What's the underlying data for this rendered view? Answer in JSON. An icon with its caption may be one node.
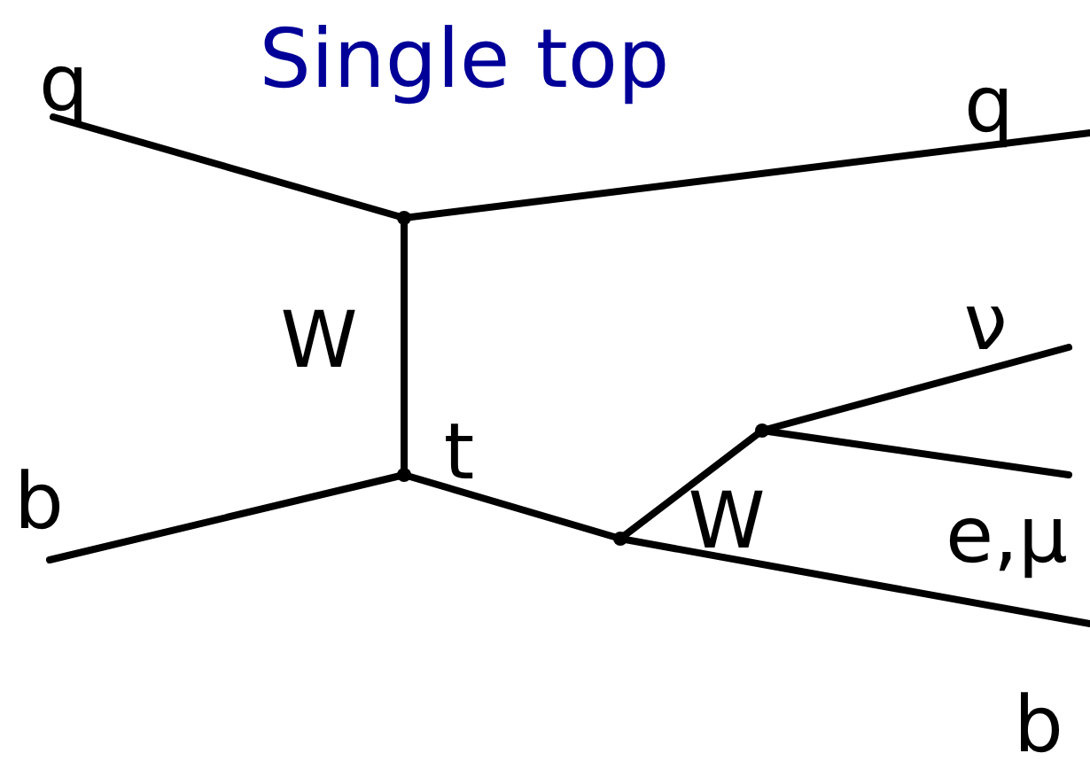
{
  "diagram": {
    "title": "Single top",
    "nodes": [
      {
        "text": [],
        "shape": "point"
      },
      {
        "text": [],
        "shape": "point"
      },
      {
        "text": [],
        "shape": "point"
      },
      {
        "text": [],
        "shape": "point"
      }
    ],
    "edges": [
      {
        "from": null,
        "to": 0,
        "arrow": "none",
        "label": "q"
      },
      {
        "from": 0,
        "to": null,
        "arrow": "none",
        "label": "q"
      },
      {
        "from": 0,
        "to": 1,
        "arrow": "none",
        "label": "W"
      },
      {
        "from": null,
        "to": 1,
        "arrow": "none",
        "label": "b"
      },
      {
        "from": 1,
        "to": 2,
        "arrow": "none",
        "label": "t"
      },
      {
        "from": 2,
        "to": 3,
        "arrow": "none",
        "label": "W"
      },
      {
        "from": 3,
        "to": null,
        "arrow": "none",
        "label": "ν"
      },
      {
        "from": 3,
        "to": null,
        "arrow": "none",
        "label": "e,μ"
      },
      {
        "from": 2,
        "to": null,
        "arrow": "none",
        "label": "b"
      }
    ]
  }
}
